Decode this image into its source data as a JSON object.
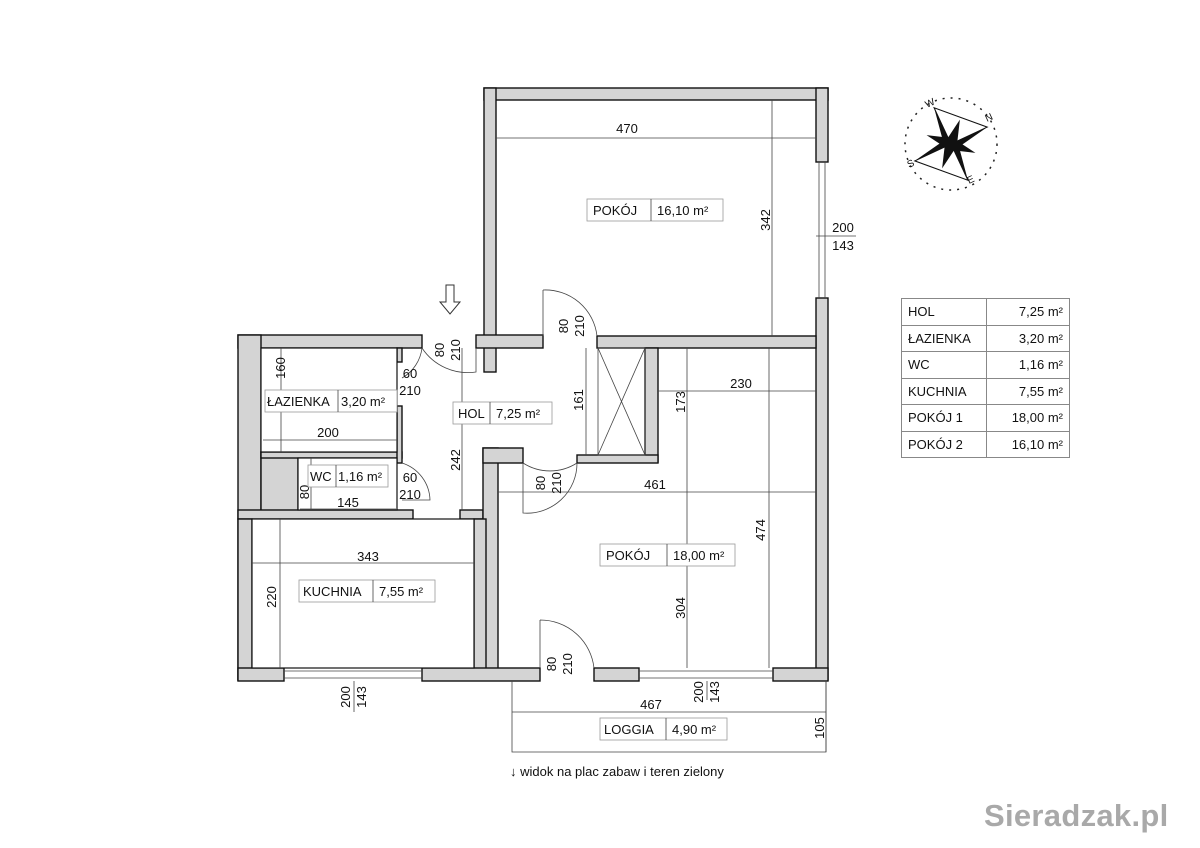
{
  "rooms": {
    "pokoj2": {
      "name": "POKÓJ",
      "area": "16,10 m²"
    },
    "lazienka": {
      "name": "ŁAZIENKA",
      "area": "3,20 m²"
    },
    "hol": {
      "name": "HOL",
      "area": "7,25 m²"
    },
    "wc": {
      "name": "WC",
      "area": "1,16 m²"
    },
    "pokoj1": {
      "name": "POKÓJ",
      "area": "18,00 m²"
    },
    "kuchnia": {
      "name": "KUCHNIA",
      "area": "7,55 m²"
    },
    "loggia": {
      "name": "LOGGIA",
      "area": "4,90 m²"
    }
  },
  "dimensions": {
    "pokoj2_width": "470",
    "pokoj2_depth": "342",
    "pokoj2_window_w": "200",
    "pokoj2_window_h": "143",
    "pokoj2_door_w": "80",
    "pokoj2_door_h": "210",
    "lazienka_depth": "160",
    "lazienka_door_w": "60",
    "lazienka_door_h": "210",
    "entrance_door_w": "80",
    "entrance_door_h": "210",
    "lazienka_width": "200",
    "hol_161": "161",
    "pokoj1_230": "230",
    "pokoj1_173": "173",
    "hol_242": "242",
    "pokoj1_door_w": "80",
    "pokoj1_door_h": "210",
    "pokoj1_width": "461",
    "wc_door_w": "60",
    "wc_door_h": "210",
    "wc_depth": "80",
    "wc_width": "145",
    "kuchnia_width": "343",
    "pokoj1_depth": "474",
    "kuchnia_depth": "220",
    "pokoj1_304": "304",
    "loggia_door_w": "80",
    "loggia_door_h": "210",
    "kuchnia_window_w": "200",
    "kuchnia_window_h": "143",
    "loggia_width": "467",
    "pokoj1_window_w": "200",
    "pokoj1_window_h": "143",
    "loggia_depth": "105"
  },
  "compass": {
    "labels": [
      "N",
      "E",
      "S",
      "W"
    ]
  },
  "area_table": [
    {
      "name": "HOL",
      "area": "7,25 m²"
    },
    {
      "name": "ŁAZIENKA",
      "area": "3,20 m²"
    },
    {
      "name": "WC",
      "area": "1,16 m²"
    },
    {
      "name": "KUCHNIA",
      "area": "7,55 m²"
    },
    {
      "name": "POKÓJ 1",
      "area": "18,00 m²"
    },
    {
      "name": "POKÓJ 2",
      "area": "16,10 m²"
    }
  ],
  "note": "↓ widok na plac zabaw i teren zielony",
  "watermark": "Sieradzak.pl",
  "colors": {
    "wall": "#d4d4d4",
    "watermark": "#a9a9a9"
  }
}
